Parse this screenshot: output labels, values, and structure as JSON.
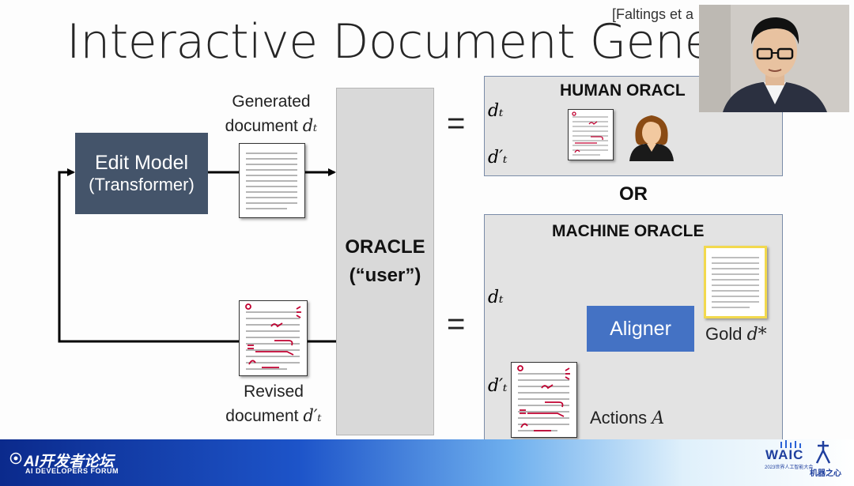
{
  "slide": {
    "title": "Interactive Document Generati",
    "citation": "[Faltings et a"
  },
  "edit_model": {
    "line1": "Edit Model",
    "line2": "(Transformer)"
  },
  "generated_doc": {
    "line1": "Generated",
    "line2_text": "document ",
    "symbol": "dₜ"
  },
  "revised_doc": {
    "line1": "Revised",
    "line2_text": "document ",
    "symbol": "d′ₜ"
  },
  "oracle": {
    "line1": "ORACLE",
    "line2": "(“user”)"
  },
  "human_oracle": {
    "title": "HUMAN ORACL",
    "in_symbol": "dₜ",
    "out_symbol": "d′ₜ"
  },
  "or_label": "OR",
  "equals": "=",
  "machine_oracle": {
    "title": "MACHINE ORACLE",
    "in_symbol": "dₜ",
    "out_symbol": "d′ₜ",
    "aligner": "Aligner",
    "gold_text": "Gold ",
    "gold_symbol": "d*",
    "actions_text": "Actions ",
    "actions_symbol": "A"
  },
  "footer": {
    "brand_cn": "AI开发者论坛",
    "brand_en": "AI DEVELOPERS FORUM",
    "event": "WAIC",
    "event_sub": "2023世界人工智能大会",
    "partner": "机器之心"
  },
  "colors": {
    "edit_model_fill": "#44546a",
    "aligner_fill": "#4472c4",
    "oracle_fill": "#d9d9d9",
    "panel_fill": "#e3e3e3",
    "panel_border": "#7a8ca8",
    "edit_marks": "#c00030",
    "gold_border": "#f2d94e"
  }
}
